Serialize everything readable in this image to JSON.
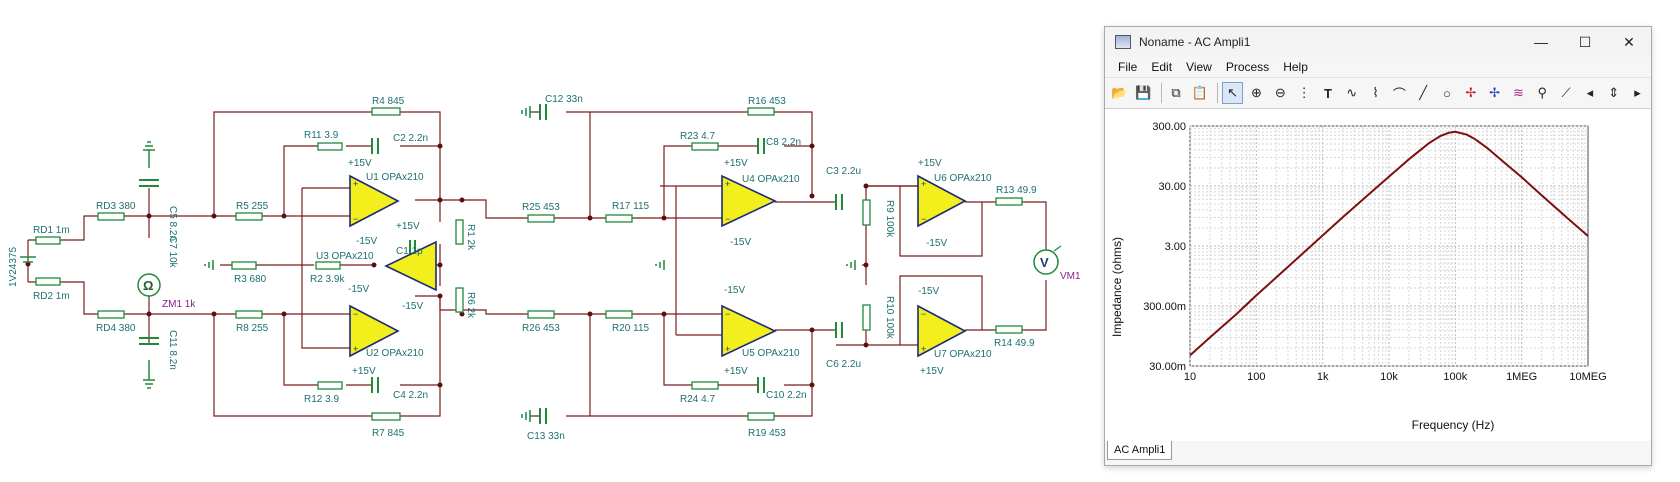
{
  "schematic": {
    "labels": {
      "v1": "1V24375",
      "rd1": "RD1 1m",
      "rd2": "RD2 1m",
      "rd3": "RD3 380",
      "rd4": "RD4 380",
      "c5": "C5 8.2n",
      "c7": "C7 10k",
      "zm1": "ZM1 1k",
      "c11": "C11 8.2n",
      "r3": "R3 680",
      "r5": "R5 255",
      "r8": "R8 255",
      "r4": "R4 845",
      "r7": "R7 845",
      "r11": "R11 3.9",
      "c2": "C2 2.2n",
      "r12": "R12 3.9",
      "c4": "C4 2.2n",
      "u1": "U1 OPAx210",
      "u2": "U2 OPAx210",
      "u3": "U3 OPAx210",
      "r2": "R2 3.9k",
      "c1": "C1 1p",
      "r1": "R1 2k",
      "r6": "R6 2k",
      "r25": "R25 453",
      "r26": "R26 453",
      "c12": "C12 33n",
      "c13": "C13 33n",
      "r16": "R16 453",
      "r19": "R19 453",
      "r17": "R17 115",
      "r20": "R20 115",
      "r23": "R23 4.7",
      "c8": "C8 2.2n",
      "r24": "R24 4.7",
      "c10": "C10 2.2n",
      "u4": "U4 OPAx210",
      "u5": "U5 OPAx210",
      "c3": "C3 2.2u",
      "c6": "C6 2.2u",
      "r9": "R9 100k",
      "r10": "R10 100k",
      "u6": "U6 OPAx210",
      "u7": "U7 OPAx210",
      "r13": "R13 49.9",
      "r14": "R14 49.9",
      "vm1": "VM1",
      "pos": "+15V",
      "neg": "-15V"
    }
  },
  "window": {
    "title": "Noname - AC Ampli1",
    "controls": {
      "minimize": "—",
      "maximize": "☐",
      "close": "✕"
    },
    "menu": [
      "File",
      "Edit",
      "View",
      "Process",
      "Help"
    ],
    "toolbar_icons": [
      "open-icon",
      "save-icon",
      "copy-icon",
      "paste-icon",
      "pointer-icon",
      "zoom-in-icon",
      "zoom-out-icon",
      "grid-icon",
      "text-icon",
      "curve-icon",
      "curve-b-icon",
      "curve-c-icon",
      "line-icon",
      "circle-icon",
      "cursor-a-icon",
      "cursor-b-icon",
      "multi-curve-icon",
      "probe-icon",
      "slope-icon",
      "scroll-left-icon",
      "scroll-updown-icon",
      "scroll-right-icon"
    ],
    "tab_label": "AC Ampli1"
  },
  "chart_data": {
    "type": "line",
    "title": "",
    "xlabel": "Frequency (Hz)",
    "ylabel": "Impedance (ohms)",
    "x_scale": "log",
    "y_scale": "log",
    "xlim": [
      10,
      10000000
    ],
    "ylim": [
      0.03,
      300
    ],
    "x_ticks": [
      "10",
      "100",
      "1k",
      "10k",
      "100k",
      "1MEG",
      "10MEG"
    ],
    "y_ticks": [
      "300.00",
      "30.00",
      "3.00",
      "300.00m",
      "30.00m"
    ],
    "grid": true,
    "color": "#7a1010",
    "series": [
      {
        "x": [
          10,
          20,
          50,
          100,
          200,
          500,
          1000,
          2000,
          5000,
          10000,
          20000,
          40000,
          60000,
          80000,
          100000,
          150000,
          200000,
          300000,
          500000,
          1000000,
          2000000,
          5000000,
          10000000
        ],
        "y": [
          0.045,
          0.09,
          0.22,
          0.45,
          0.9,
          2.25,
          4.5,
          9,
          22,
          43,
          84,
          155,
          205,
          232,
          240,
          215,
          180,
          130,
          80,
          42,
          21,
          8.6,
          4.4
        ]
      }
    ]
  }
}
